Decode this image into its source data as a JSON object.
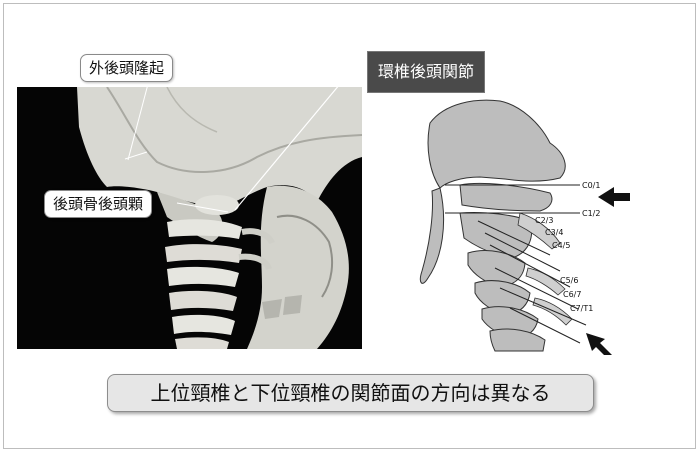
{
  "labels": {
    "external_occipital_protuberance": "外後頭隆起",
    "atlanto_occipital_joint": "環椎後頭関節",
    "occipital_condyle": "後頭骨後頭顆"
  },
  "xray_levels": [
    "C0/1",
    "C1/2",
    "C2/3",
    "C3/4",
    "C4/5",
    "C5/6",
    "C6/7",
    "C7/T1"
  ],
  "caption": "上位頸椎と下位頸椎の関節面の方向は異なる"
}
